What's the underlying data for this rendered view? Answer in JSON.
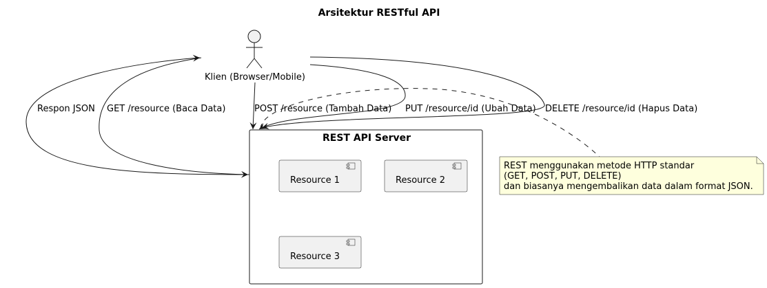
{
  "title": "Arsitektur RESTful API",
  "actor": {
    "label": "Klien (Browser/Mobile)"
  },
  "server": {
    "title": "REST API Server",
    "components": [
      {
        "label": "Resource 1"
      },
      {
        "label": "Resource 2"
      },
      {
        "label": "Resource 3"
      }
    ]
  },
  "edges": [
    {
      "label": "Respon JSON"
    },
    {
      "label": "GET /resource (Baca Data)"
    },
    {
      "label": "POST /resource (Tambah Data)"
    },
    {
      "label": "PUT /resource/id (Ubah Data)"
    },
    {
      "label": "DELETE /resource/id (Hapus Data)"
    }
  ],
  "note": {
    "lines": [
      "REST menggunakan metode HTTP standar",
      "(GET, POST, PUT, DELETE)",
      "dan biasanya mengembalikan data dalam format JSON."
    ]
  },
  "colors": {
    "component_fill": "#F1F1F1",
    "note_fill": "#FEFFDD",
    "stroke": "#181818"
  }
}
